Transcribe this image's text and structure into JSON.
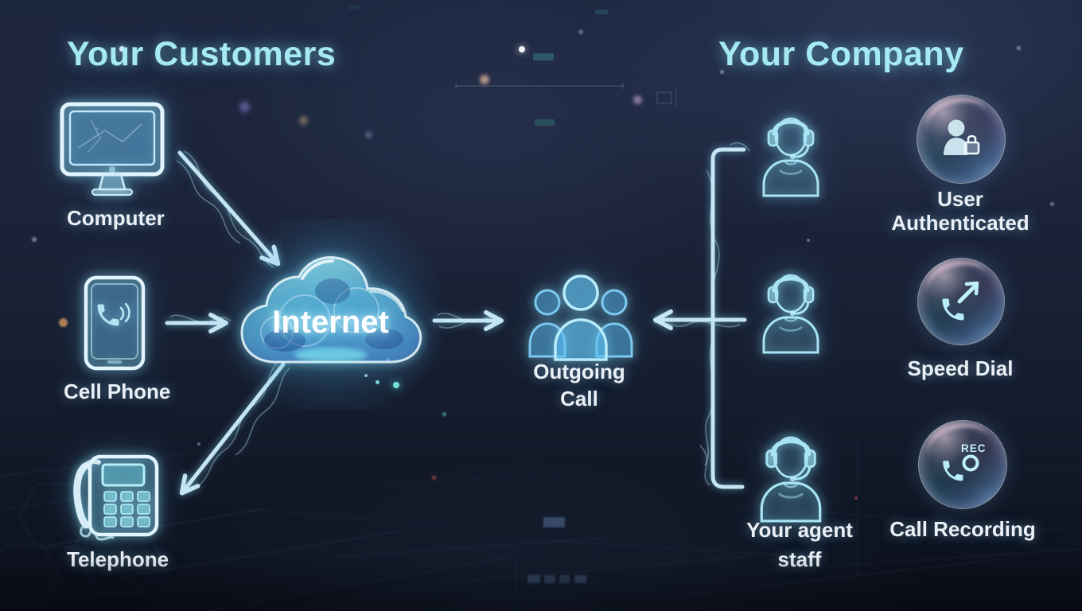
{
  "sections": {
    "customers": {
      "title": "Your Customers",
      "items": [
        {
          "id": "computer",
          "label": "Computer",
          "icon": "computer-icon"
        },
        {
          "id": "cell-phone",
          "label": "Cell Phone",
          "icon": "cell-phone-icon"
        },
        {
          "id": "telephone",
          "label": "Telephone",
          "icon": "telephone-icon"
        }
      ]
    },
    "network": {
      "cloud_label": "Internet",
      "icon": "internet-cloud-icon"
    },
    "outgoing_call": {
      "label_line1": "Outgoing",
      "label_line2": "Call",
      "icon": "people-group-icon"
    },
    "company": {
      "title": "Your Company",
      "agents": {
        "label_line1": "Your agent",
        "label_line2": "staff",
        "icon": "agent-headset-icon"
      },
      "features": [
        {
          "id": "user-authenticated",
          "label_line1": "User",
          "label_line2": "Authenticated",
          "icon": "user-lock-icon",
          "badge": ""
        },
        {
          "id": "speed-dial",
          "label_line1": "Speed Dial",
          "label_line2": "",
          "icon": "phone-arrow-icon",
          "badge": ""
        },
        {
          "id": "call-recording",
          "label_line1": "Call Recording",
          "label_line2": "",
          "icon": "phone-record-icon",
          "badge": "REC"
        }
      ]
    }
  },
  "colors": {
    "background_top": "#1e2740",
    "background_bottom": "#0b0f1a",
    "title_text": "#a5e9f3",
    "label_text": "#eaf0f6",
    "icon_glow": "#8fdcf2",
    "arrow_stroke": "#cfeefb"
  }
}
